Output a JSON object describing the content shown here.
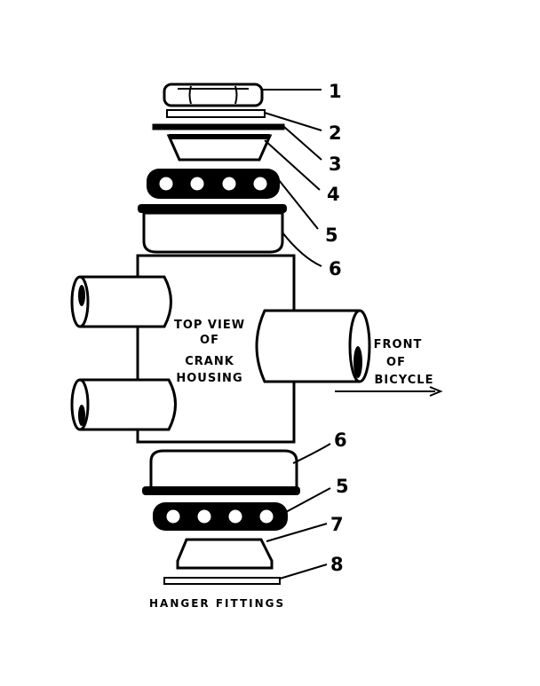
{
  "callouts": {
    "n1": "1",
    "n2": "2",
    "n3": "3",
    "n4": "4",
    "n5_top": "5",
    "n6_top": "6",
    "n6_bottom": "6",
    "n5_bottom": "5",
    "n7": "7",
    "n8": "8"
  },
  "housing_label": [
    "TOP VIEW",
    "OF",
    "CRANK",
    "HOUSING"
  ],
  "front_label": [
    "FRONT",
    "OF",
    "BICYCLE"
  ],
  "caption": "HANGER FITTINGS"
}
